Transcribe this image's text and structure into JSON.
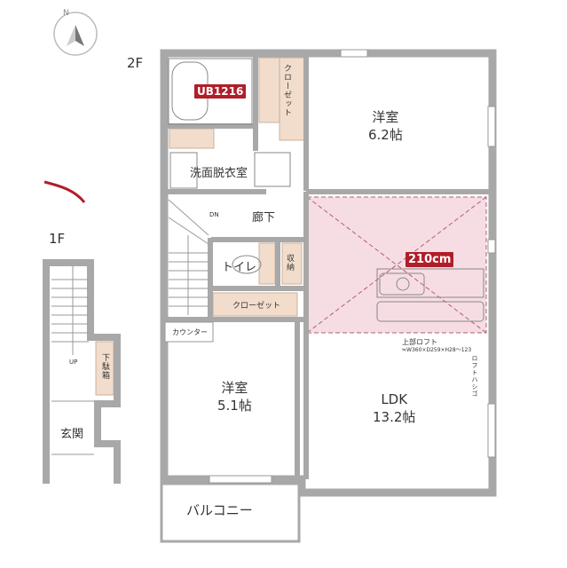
{
  "floors": {
    "upper": "2F",
    "lower": "1F"
  },
  "compass": {
    "label": "N",
    "icon": "north-arrow-icon"
  },
  "rooms": {
    "bath": "UB1216",
    "closet_top": "クローゼット",
    "western_room_1": {
      "name": "洋室",
      "size": "6.2帖"
    },
    "washroom": "洗面脱衣室",
    "hallway": "廊下",
    "stairs_dn": "DN",
    "toilet": "トイレ",
    "storage": "収納",
    "closet_mid": "クローゼット",
    "counter": "カウンター",
    "western_room_2": {
      "name": "洋室",
      "size": "5.1帖"
    },
    "ldk": {
      "name": "LDK",
      "size": "13.2帖"
    },
    "balcony": "バルコニー",
    "loft_width": "210cm",
    "loft_label": "上部ロフト",
    "loft_dims": "≒W360×D259×H28～123",
    "loft_ladder": "ロフトハシゴ",
    "stairs_up": "UP",
    "shoe_box": "下駄箱",
    "entrance": "玄関"
  },
  "colors": {
    "wall": "#a8a8a8",
    "closet": "#f2dccb",
    "loft": "#f6dde3",
    "accent": "#b01e2a"
  }
}
